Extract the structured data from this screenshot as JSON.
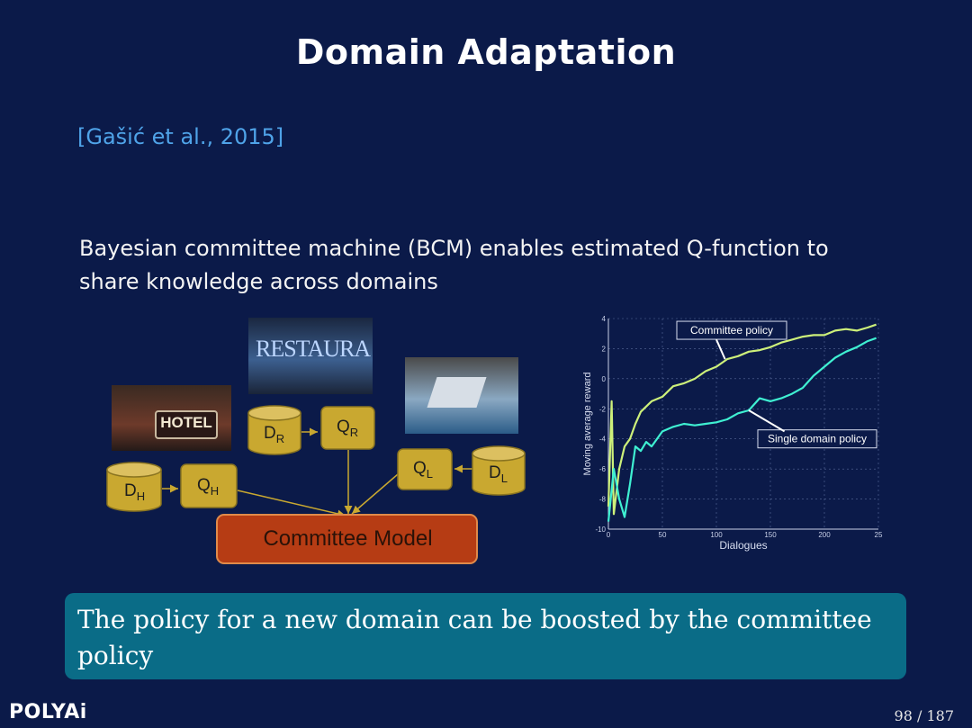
{
  "slide": {
    "title": "Domain Adaptation",
    "citation": "[Gašić et al., 2015]",
    "body": "Bayesian committee machine (BCM) enables estimated Q-function to share knowledge across domains",
    "callout": "The policy for a new domain can be boosted by the committee policy",
    "logo": "POLYAi",
    "page_number": "98 / 187"
  },
  "diagram": {
    "photos": {
      "hotel_sign": "HOTEL",
      "restaurant_sign": "RESTAURA"
    },
    "nodes": {
      "d_h": {
        "main": "D",
        "sub": "H"
      },
      "q_h": {
        "main": "Q",
        "sub": "H"
      },
      "d_r": {
        "main": "D",
        "sub": "R"
      },
      "q_r": {
        "main": "Q",
        "sub": "R"
      },
      "d_l": {
        "main": "D",
        "sub": "L"
      },
      "q_l": {
        "main": "Q",
        "sub": "L"
      },
      "committee": "Committee Model"
    },
    "colors": {
      "node_fill": "#c9a830",
      "committee_fill": "#b63c14"
    }
  },
  "chart_data": {
    "type": "line",
    "xlabel": "Dialogues",
    "ylabel": "Moving average reward",
    "xlim": [
      0,
      250
    ],
    "ylim": [
      -10,
      4
    ],
    "xticks": [
      "0",
      "50",
      "100",
      "150",
      "200",
      "25"
    ],
    "yticks": [
      "-10",
      "-8",
      "-6",
      "-4",
      "-2",
      "0",
      "2",
      "4"
    ],
    "grid": true,
    "annotations": [
      "Committee policy",
      "Single domain policy"
    ],
    "series": [
      {
        "name": "Committee policy",
        "color": "#cdf07a",
        "x": [
          0,
          3,
          5,
          10,
          15,
          20,
          25,
          30,
          40,
          50,
          60,
          70,
          80,
          90,
          100,
          110,
          120,
          130,
          140,
          150,
          160,
          170,
          180,
          190,
          200,
          210,
          220,
          230,
          240,
          248
        ],
        "y": [
          -8.5,
          -1.5,
          -9,
          -6,
          -4.5,
          -4,
          -3,
          -2.2,
          -1.5,
          -1.2,
          -0.5,
          -0.3,
          0,
          0.5,
          0.8,
          1.3,
          1.5,
          1.8,
          1.9,
          2.1,
          2.4,
          2.6,
          2.8,
          2.9,
          2.9,
          3.2,
          3.3,
          3.2,
          3.4,
          3.6
        ]
      },
      {
        "name": "Single domain policy",
        "color": "#3ff0d2",
        "x": [
          0,
          5,
          10,
          15,
          20,
          25,
          30,
          35,
          40,
          50,
          60,
          70,
          80,
          90,
          100,
          110,
          120,
          130,
          140,
          150,
          160,
          170,
          180,
          190,
          200,
          210,
          220,
          230,
          240,
          248
        ],
        "y": [
          -9.5,
          -6,
          -8,
          -9.2,
          -7,
          -4.5,
          -4.8,
          -4.2,
          -4.5,
          -3.5,
          -3.2,
          -3.0,
          -3.1,
          -3.0,
          -2.9,
          -2.7,
          -2.3,
          -2.1,
          -1.3,
          -1.5,
          -1.3,
          -1.0,
          -0.6,
          0.2,
          0.8,
          1.4,
          1.8,
          2.1,
          2.5,
          2.7
        ]
      }
    ]
  }
}
